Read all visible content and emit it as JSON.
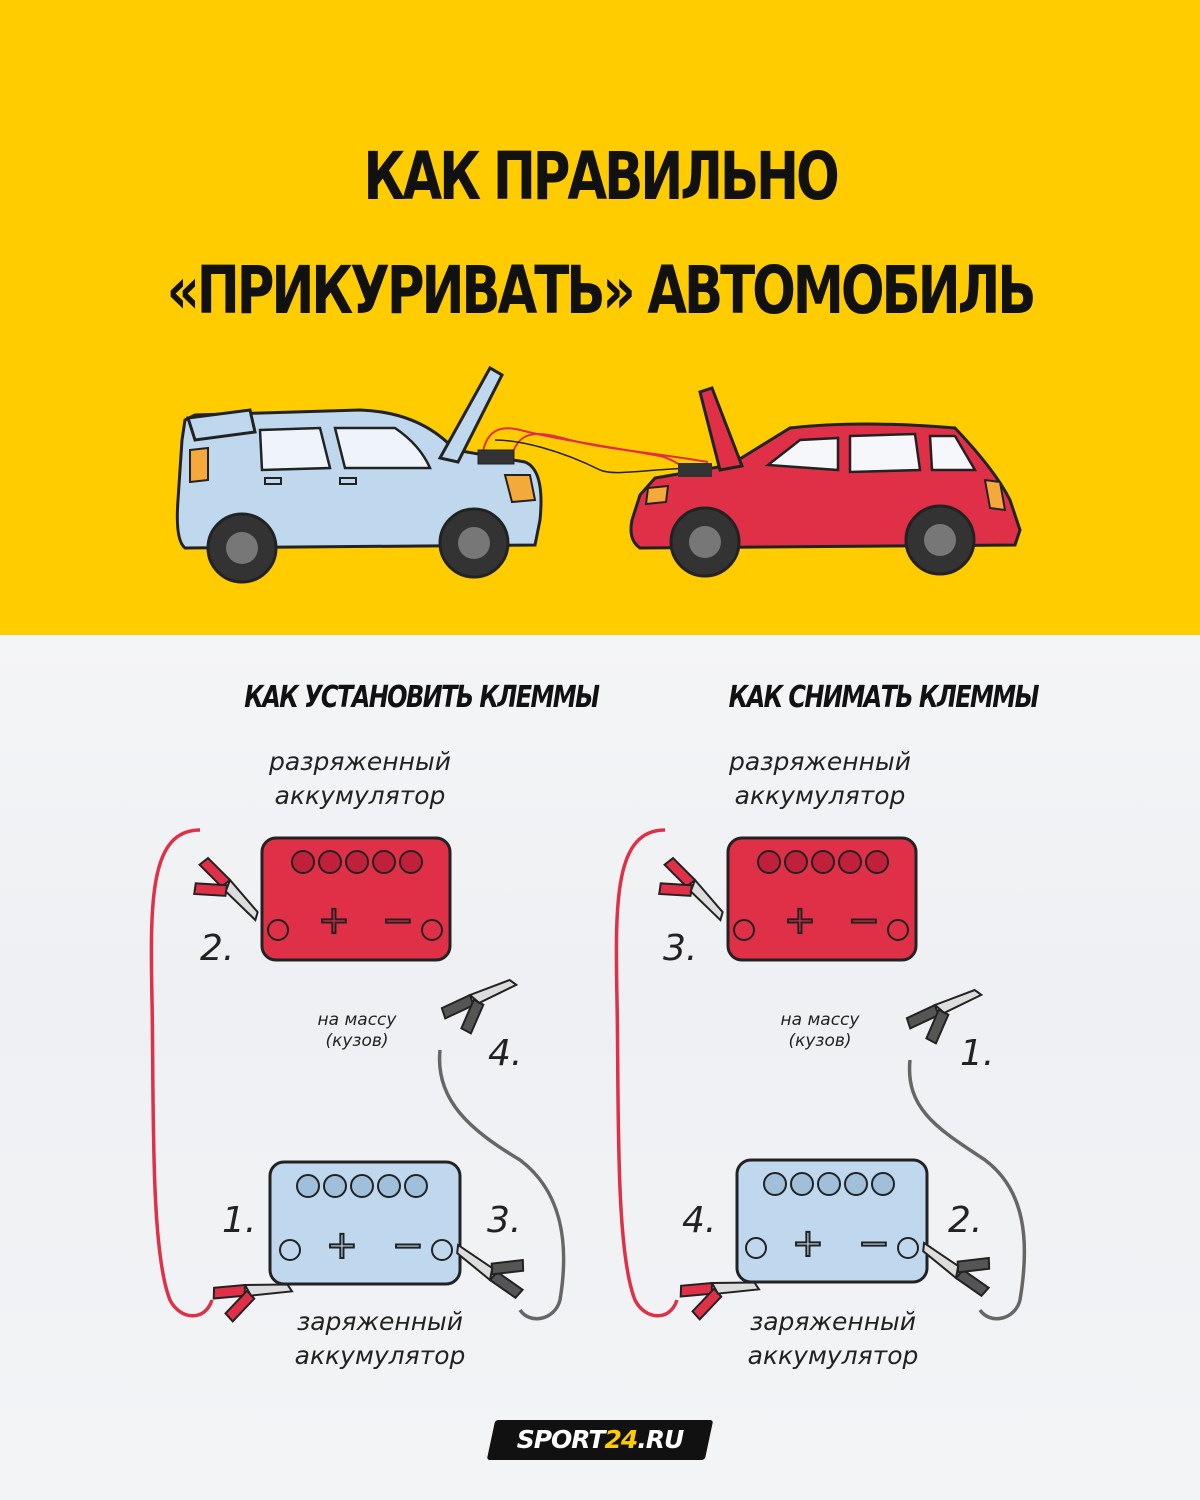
{
  "header": {
    "title_line1": "КАК ПРАВИЛЬНО",
    "title_line2": "«ПРИКУРИВАТЬ»  АВТОМОБИЛЬ"
  },
  "colors": {
    "background_top": "#FFCC00",
    "donor_car": "#BFD8EE",
    "dead_car": "#E03048",
    "positive_cable": "#E03048",
    "negative_cable": "#666666"
  },
  "install": {
    "heading": "КАК УСТАНОВИТЬ КЛЕММЫ",
    "dead_battery_line1": "разряженный",
    "dead_battery_line2": "аккумулятор",
    "ground_line1": "на массу",
    "ground_line2": "(кузов)",
    "charged_battery_line1": "заряженный",
    "charged_battery_line2": "аккумулятор",
    "step_dead_plus": "2.",
    "step_ground": "4.",
    "step_charged_plus": "1.",
    "step_charged_minus": "3."
  },
  "remove": {
    "heading": "КАК СНИМАТЬ КЛЕММЫ",
    "dead_battery_line1": "разряженный",
    "dead_battery_line2": "аккумулятор",
    "ground_line1": "на массу",
    "ground_line2": "(кузов)",
    "charged_battery_line1": "заряженный",
    "charged_battery_line2": "аккумулятор",
    "step_dead_plus": "3.",
    "step_ground": "1.",
    "step_charged_plus": "4.",
    "step_charged_minus": "2."
  },
  "logo": {
    "part1": "SPORT",
    "part2": "24",
    "part3": ".RU"
  }
}
